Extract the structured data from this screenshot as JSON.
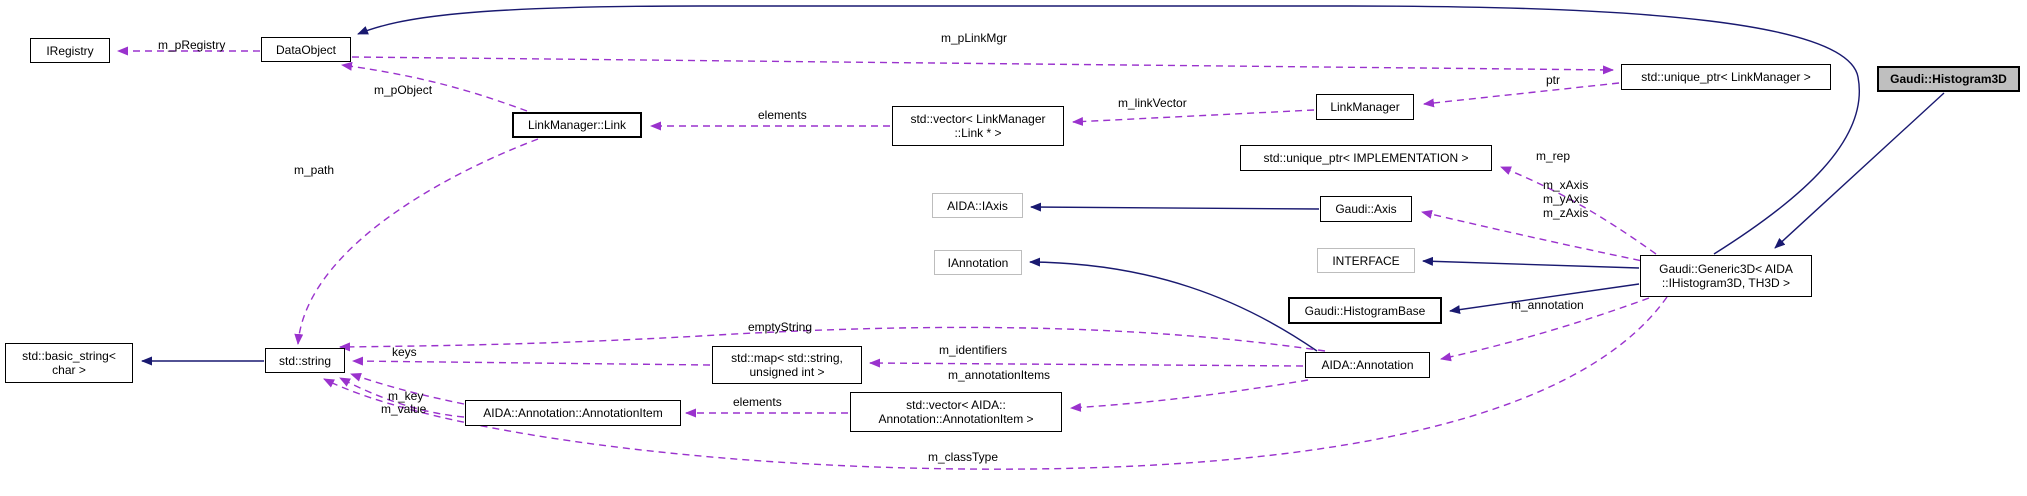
{
  "diagram": {
    "kind": "doxygen-collaboration-graph",
    "focal_class": "Gaudi::Histogram3D",
    "colors": {
      "inheritance_edge": "#191970",
      "usage_edge": "#9a32cd",
      "focal_fill": "#bfbfbf",
      "external_border": "#bdbdbd",
      "node_fill": "#ffffff",
      "node_border": "#000000"
    },
    "nodes": {
      "iregistry": "IRegistry",
      "dataobject": "DataObject",
      "link": "LinkManager::Link",
      "vec_link": "std::vector< LinkManager\n::Link * >",
      "linkmanager": "LinkManager",
      "uptr_lm": "std::unique_ptr< LinkManager >",
      "hist3d": "Gaudi::Histogram3D",
      "uptr_impl": "std::unique_ptr< IMPLEMENTATION >",
      "iaxis": "AIDA::IAxis",
      "axis": "Gaudi::Axis",
      "iannotation": "IAnnotation",
      "interface": "INTERFACE",
      "histbase": "Gaudi::HistogramBase",
      "generic3d": "Gaudi::Generic3D< AIDA\n::IHistogram3D, TH3D >",
      "basicstring": "std::basic_string<\nchar >",
      "string": "std::string",
      "map": "std::map< std::string,\nunsigned int >",
      "annotation": "AIDA::Annotation",
      "annotationitem": "AIDA::Annotation::AnnotationItem",
      "vec_item": "std::vector< AIDA::\nAnnotation::AnnotationItem >"
    },
    "labels": {
      "m_pRegistry": "m_pRegistry",
      "m_pLinkMgr": "m_pLinkMgr",
      "m_pObject": "m_pObject",
      "elements_links": "elements",
      "m_linkVector": "m_linkVector",
      "ptr": "ptr",
      "m_rep": "m_rep",
      "axes": "m_xAxis\nm_yAxis\nm_zAxis",
      "m_path": "m_path",
      "m_annotation": "m_annotation",
      "emptyString": "emptyString",
      "keys": "keys",
      "m_identifiers": "m_identifiers",
      "m_key": "m_key",
      "m_value": "m_value",
      "m_annotationItems": "m_annotationItems",
      "elements_items": "elements",
      "m_classType": "m_classType"
    },
    "edges": [
      {
        "from": "Gaudi::Histogram3D",
        "to": "Gaudi::Generic3D< AIDA::IHistogram3D, TH3D >",
        "type": "inheritance"
      },
      {
        "from": "Gaudi::Generic3D< AIDA::IHistogram3D, TH3D >",
        "to": "DataObject",
        "type": "inheritance"
      },
      {
        "from": "Gaudi::Generic3D< AIDA::IHistogram3D, TH3D >",
        "to": "INTERFACE",
        "type": "inheritance"
      },
      {
        "from": "Gaudi::Generic3D< AIDA::IHistogram3D, TH3D >",
        "to": "Gaudi::HistogramBase",
        "type": "inheritance"
      },
      {
        "from": "Gaudi::Axis",
        "to": "AIDA::IAxis",
        "type": "inheritance"
      },
      {
        "from": "AIDA::Annotation",
        "to": "IAnnotation",
        "type": "inheritance"
      },
      {
        "from": "std::string",
        "to": "std::basic_string< char >",
        "type": "inheritance"
      },
      {
        "from": "DataObject",
        "to": "IRegistry",
        "type": "usage",
        "label": "m_pRegistry"
      },
      {
        "from": "DataObject",
        "to": "std::unique_ptr< LinkManager >",
        "type": "usage",
        "label": "m_pLinkMgr"
      },
      {
        "from": "std::unique_ptr< LinkManager >",
        "to": "LinkManager",
        "type": "usage",
        "label": "ptr"
      },
      {
        "from": "LinkManager",
        "to": "std::vector< LinkManager::Link * >",
        "type": "usage",
        "label": "m_linkVector"
      },
      {
        "from": "std::vector< LinkManager::Link * >",
        "to": "LinkManager::Link",
        "type": "usage",
        "label": "elements"
      },
      {
        "from": "LinkManager::Link",
        "to": "DataObject",
        "type": "usage",
        "label": "m_pObject"
      },
      {
        "from": "LinkManager::Link",
        "to": "std::string",
        "type": "usage",
        "label": "m_path"
      },
      {
        "from": "Gaudi::Generic3D< AIDA::IHistogram3D, TH3D >",
        "to": "std::unique_ptr< IMPLEMENTATION >",
        "type": "usage",
        "label": "m_rep"
      },
      {
        "from": "Gaudi::Generic3D< AIDA::IHistogram3D, TH3D >",
        "to": "Gaudi::Axis",
        "type": "usage",
        "label": "m_xAxis m_yAxis m_zAxis"
      },
      {
        "from": "Gaudi::Generic3D< AIDA::IHistogram3D, TH3D >",
        "to": "AIDA::Annotation",
        "type": "usage",
        "label": "m_annotation"
      },
      {
        "from": "Gaudi::Generic3D< AIDA::IHistogram3D, TH3D >",
        "to": "std::string",
        "type": "usage",
        "label": "m_classType"
      },
      {
        "from": "AIDA::Annotation",
        "to": "std::map< std::string, unsigned int >",
        "type": "usage",
        "label": "m_identifiers"
      },
      {
        "from": "AIDA::Annotation",
        "to": "std::string",
        "type": "usage",
        "label": "emptyString"
      },
      {
        "from": "AIDA::Annotation",
        "to": "std::vector< AIDA::Annotation::AnnotationItem >",
        "type": "usage",
        "label": "m_annotationItems"
      },
      {
        "from": "std::map< std::string, unsigned int >",
        "to": "std::string",
        "type": "usage",
        "label": "keys"
      },
      {
        "from": "std::vector< AIDA::Annotation::AnnotationItem >",
        "to": "AIDA::Annotation::AnnotationItem",
        "type": "usage",
        "label": "elements"
      },
      {
        "from": "AIDA::Annotation::AnnotationItem",
        "to": "std::string",
        "type": "usage",
        "label": "m_key"
      },
      {
        "from": "AIDA::Annotation::AnnotationItem",
        "to": "std::string",
        "type": "usage",
        "label": "m_value"
      }
    ]
  }
}
